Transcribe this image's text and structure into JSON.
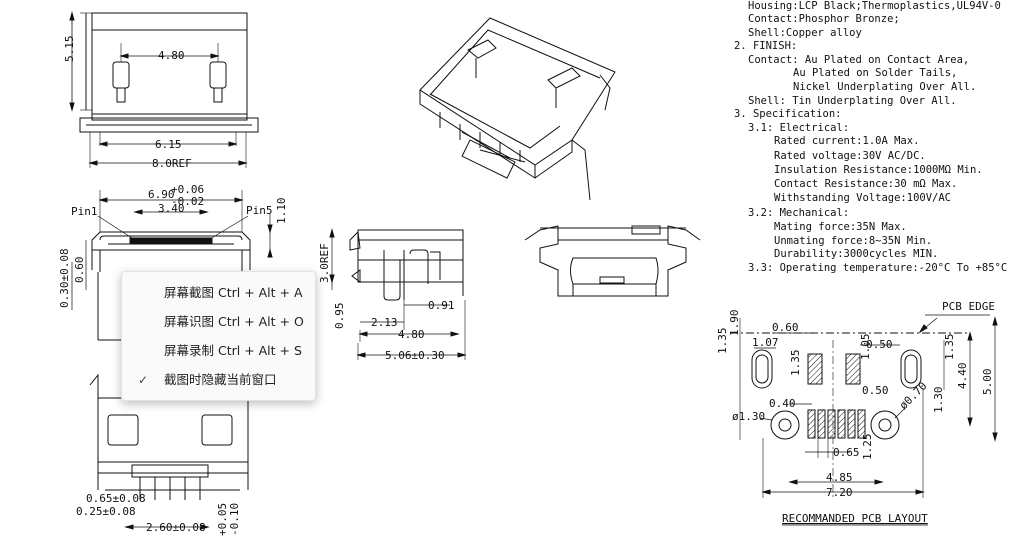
{
  "top_view": {
    "height": "5.15",
    "pad_spacing": "4.80",
    "base_width": "6.15",
    "overall_ref": "8.0REF"
  },
  "front_view": {
    "width_main": "6.90",
    "width_tol_plus": "+0.06",
    "width_tol_minus": "-0.02",
    "inner_width": "3.40",
    "pin1": "Pin1",
    "pin5": "Pin5",
    "right_height": "1.10",
    "left_height_a": "0.30±0.08",
    "left_height_b": "0.60"
  },
  "bottom_view": {
    "pitch": "0.65±0.08",
    "pin_width": "0.25±0.08",
    "span": "2.60±0.08",
    "tol_a": "+0.05",
    "tol_b": "-0.10"
  },
  "side_view": {
    "ref_height": "3.0REF",
    "left_offset": "0.95",
    "d1": "2.13",
    "d2": "0.91",
    "d3": "4.80",
    "overall": "5.06±0.30"
  },
  "notes": {
    "lines": [
      "Housing:LCP Black;Thermoplastics,UL94V-0",
      "Contact:Phosphor Bronze;",
      "Shell:Copper alloy",
      "2. FINISH:",
      "Contact: Au Plated on Contact Area,",
      "Au Plated on Solder Tails,",
      "Nickel Underplating Over All.",
      "Shell: Tin Underplating Over All.",
      "3. Specification:",
      "3.1: Electrical:",
      "Rated current:1.0A Max.",
      "Rated voltage:30V AC/DC.",
      "Insulation Resistance:1000MΩ Min.",
      "Contact Resistance:30 mΩ Max.",
      "Withstanding Voltage:100V/AC",
      "3.2: Mechanical:",
      "Mating force:35N Max.",
      "Unmating force:8~35N Min.",
      "Durability:3000cycles MIN.",
      "3.3: Operating temperature:-20°C To +85°C"
    ]
  },
  "pcb_layout": {
    "edge_label": "PCB EDGE",
    "title": "RECOMMANDED PCB LAYOUT",
    "d_190": "1.90",
    "d_060": "0.60",
    "d_107": "1.07",
    "d_135_left": "1.35",
    "d_135_mid": "1.35",
    "d_105": "1.05",
    "d_050_top": "0.50",
    "d_135_right": "1.35",
    "d_440": "4.40",
    "d_500": "5.00",
    "d_050_mid": "0.50",
    "d_040": "0.40",
    "d_070": "ø0.70",
    "d_130_right": "1.30",
    "d_130_left": "ø1.30",
    "d_065": "0.65",
    "d_125": "1.25",
    "d_485": "4.85",
    "d_720": "7.20"
  },
  "context_menu": {
    "items": [
      {
        "label": "屏幕截图 Ctrl + Alt + A",
        "checked": ""
      },
      {
        "label": "屏幕识图 Ctrl + Alt + O",
        "checked": ""
      },
      {
        "label": "屏幕录制 Ctrl + Alt + S",
        "checked": ""
      },
      {
        "label": "截图时隐藏当前窗口",
        "checked": "✓"
      }
    ]
  }
}
